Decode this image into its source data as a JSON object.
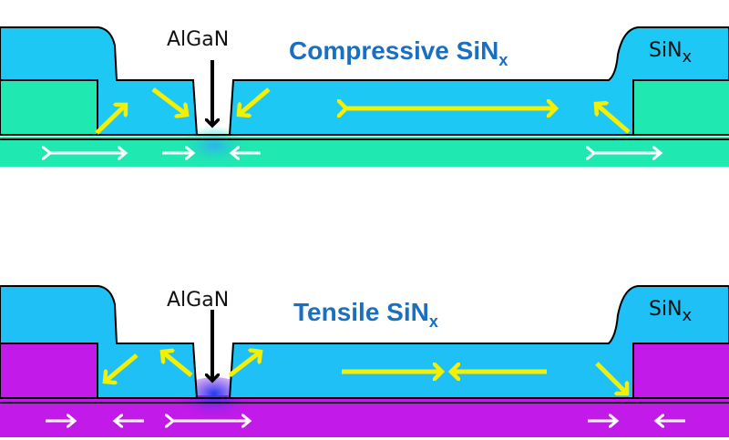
{
  "colors": {
    "sin_fill": "#1ec8f5",
    "compressive_substrate": "#1fe8b0",
    "tensile_substrate": "#c21ae8",
    "arrow_yellow": "#f5f000",
    "title_blue": "#1a6fc0"
  },
  "panels": [
    {
      "title": "Compressive SiN",
      "title_sub": "x",
      "algan_label": "AlGaN",
      "sin_label": "SiN",
      "sin_label_sub": "x"
    },
    {
      "title": "Tensile SiN",
      "title_sub": "x",
      "algan_label": "AlGaN",
      "sin_label": "SiN",
      "sin_label_sub": "x"
    }
  ]
}
